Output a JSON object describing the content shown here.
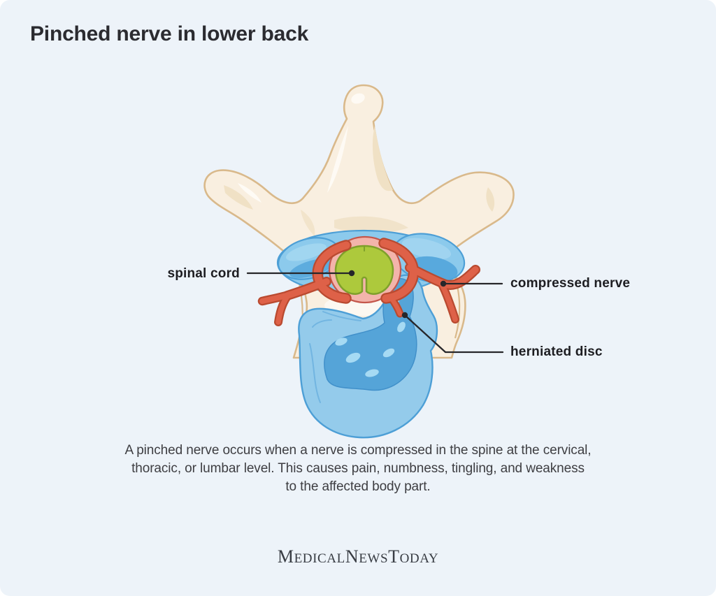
{
  "title": "Pinched nerve in lower back",
  "labels": {
    "spinal_cord": "spinal cord",
    "compressed_nerve": "compressed nerve",
    "herniated_disc": "herniated disc"
  },
  "caption": {
    "line1": "A pinched nerve occurs when a nerve is compressed in the spine at the cervical,",
    "line2": "thoracic, or lumbar level. This causes pain, numbness, tingling, and weakness",
    "line3": "to the affected body part."
  },
  "logo": {
    "parts": [
      {
        "big": "M",
        "small": "EDICAL"
      },
      {
        "big": "N",
        "small": "EWS"
      },
      {
        "big": "T",
        "small": "ODAY"
      }
    ]
  },
  "illustration": {
    "subject": "lumbar vertebra cross-section with pinched nerve",
    "colors": {
      "background": "#edf3f9",
      "bone": "#f9efe0",
      "bone_outline": "#d9b98b",
      "bone_shadow": "#f0e1c5",
      "bone_highlight": "#fffdf8",
      "process_blue": "#8ccaec",
      "blue_outline": "#4d9fd6",
      "blue_inner": "#58a9dd",
      "blue_sheen": "#a8d9f2",
      "disc_outer": "#94cbeb",
      "disc_nucleus": "#53a3d8",
      "disc_wisp": "#a6daf3",
      "dura_pink": "#f3b4ab",
      "dura_outline": "#c4574b",
      "cord_green": "#adc93c",
      "cord_outline": "#7fa02b",
      "nerve_red": "#de6148",
      "nerve_outline": "#b94a30",
      "pointer": "#26262a",
      "gap_white": "#fcf8f1"
    }
  }
}
